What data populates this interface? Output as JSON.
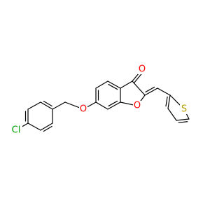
{
  "molecule": {
    "atoms": [
      {
        "id": "Cl",
        "label": "Cl",
        "color": "#00a000"
      },
      {
        "id": "O_ether",
        "label": "O",
        "color": "#ff0000"
      },
      {
        "id": "O_ring",
        "label": "O",
        "color": "#ff0000"
      },
      {
        "id": "O_carbonyl",
        "label": "O",
        "color": "#ff0000"
      },
      {
        "id": "S",
        "label": "S",
        "color": "#b8a000"
      }
    ]
  }
}
